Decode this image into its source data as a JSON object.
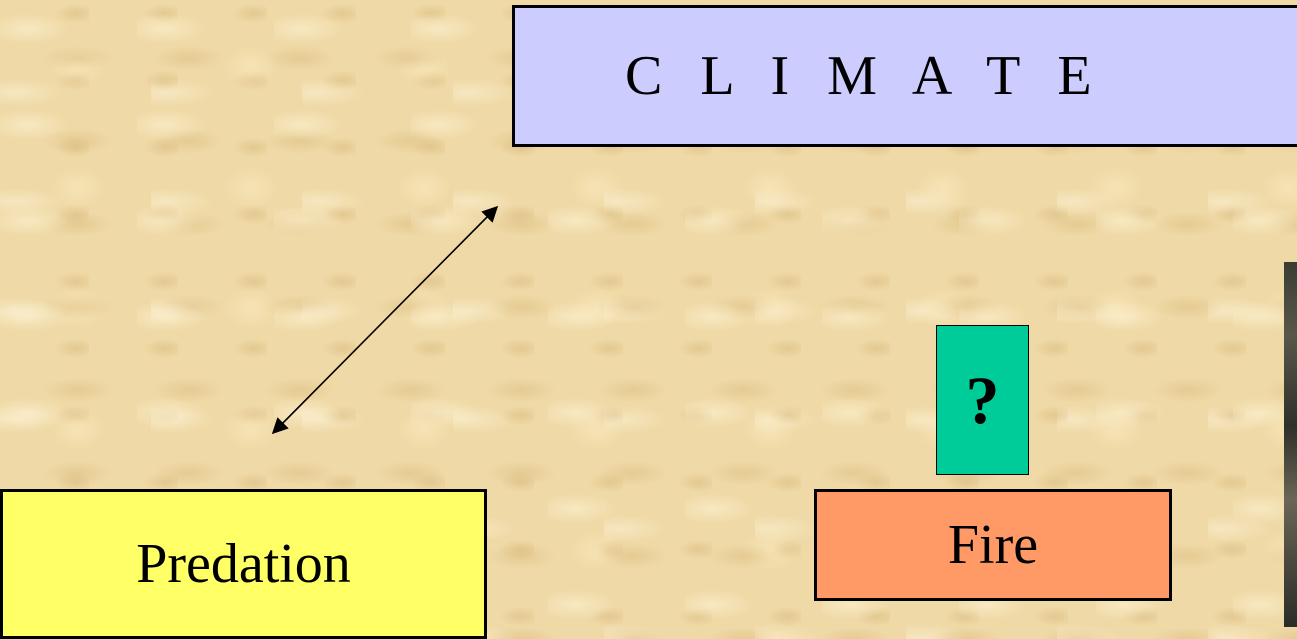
{
  "nodes": {
    "climate": "C L I M A T E",
    "predation": "Predation",
    "fire": "Fire",
    "unknown_link": "?"
  },
  "colors": {
    "climate_fill": "#ccccff",
    "predation_fill": "#ffff66",
    "fire_fill": "#ff9966",
    "question_fill": "#00cc99",
    "background": "#efd9a6"
  },
  "edges": [
    {
      "from": "predation",
      "to": "climate",
      "type": "bidirectional-arrow"
    }
  ]
}
